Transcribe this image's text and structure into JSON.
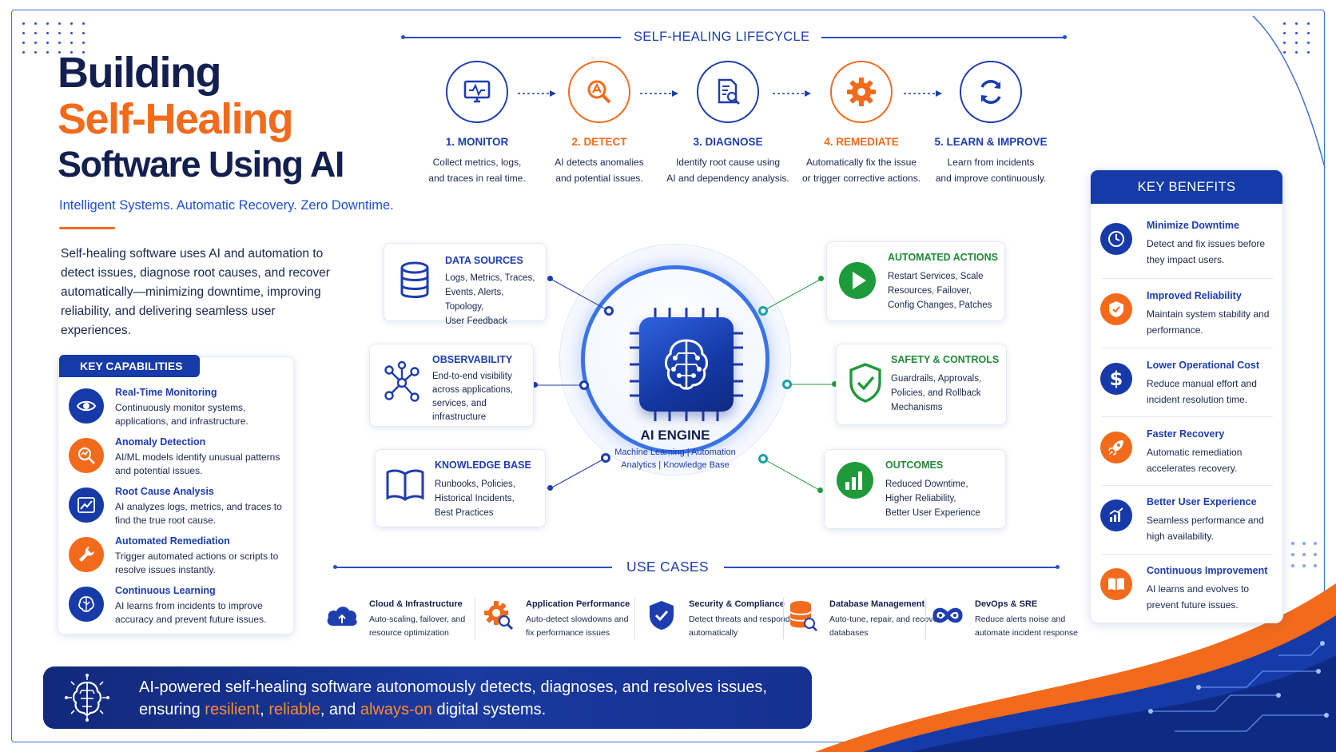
{
  "title": {
    "line1": "Building",
    "line2": "Self-Healing",
    "line3": "Software Using AI"
  },
  "tagline": "Intelligent Systems. Automatic Recovery. Zero Downtime.",
  "intro": "Self-healing software uses AI and automation to detect issues, diagnose root causes, and recover automatically—minimizing downtime, improving reliability, and delivering seamless user experiences.",
  "capabilities": {
    "heading": "KEY CAPABILITIES",
    "items": [
      {
        "name": "Real-Time Monitoring",
        "desc": "Continuously monitor systems, applications, and infrastructure.",
        "icon": "eye-icon",
        "color": "#163aa8"
      },
      {
        "name": "Anomaly Detection",
        "desc": "AI/ML models identify unusual patterns and potential issues.",
        "icon": "magnifier-icon",
        "color": "#f26a1b"
      },
      {
        "name": "Root Cause Analysis",
        "desc": "AI analyzes logs, metrics, and traces to find the true root cause.",
        "icon": "trend-chart-icon",
        "color": "#163aa8"
      },
      {
        "name": "Automated Remediation",
        "desc": "Trigger automated actions or scripts to resolve issues instantly.",
        "icon": "wrench-icon",
        "color": "#f26a1b"
      },
      {
        "name": "Continuous Learning",
        "desc": "AI learns from incidents to improve accuracy and prevent future issues.",
        "icon": "brain-icon",
        "color": "#163aa8"
      }
    ]
  },
  "lifecycle": {
    "heading": "SELF-HEALING LIFECYCLE",
    "steps": [
      {
        "label": "1. MONITOR",
        "line1": "Collect metrics, logs,",
        "line2": "and traces in real time.",
        "icon": "monitor-icon",
        "color": "#1d3db0"
      },
      {
        "label": "2. DETECT",
        "line1": "AI detects anomalies",
        "line2": "and potential issues.",
        "icon": "detect-icon",
        "color": "#f26a1b"
      },
      {
        "label": "3. DIAGNOSE",
        "line1": "Identify root cause using",
        "line2": "AI and dependency analysis.",
        "icon": "document-search-icon",
        "color": "#1d3db0"
      },
      {
        "label": "4. REMEDIATE",
        "line1": "Automatically fix the issue",
        "line2": "or trigger corrective actions.",
        "icon": "gear-icon",
        "color": "#f26a1b"
      },
      {
        "label": "5. LEARN & IMPROVE",
        "line1": "Learn from incidents",
        "line2": "and improve continuously.",
        "icon": "refresh-icon",
        "color": "#1d3db0"
      }
    ]
  },
  "engine": {
    "title": "AI ENGINE",
    "sub1": "Machine Learning | Automation",
    "sub2": "Analytics | Knowledge Base"
  },
  "nodes": {
    "data_sources": {
      "name": "DATA SOURCES",
      "l1": "Logs, Metrics, Traces,",
      "l2": "Events, Alerts, Topology,",
      "l3": "User Feedback"
    },
    "observability": {
      "name": "OBSERVABILITY",
      "l1": "End-to-end visibility",
      "l2": "across applications,",
      "l3": "services, and",
      "l4": "infrastructure"
    },
    "knowledge_base": {
      "name": "KNOWLEDGE BASE",
      "l1": "Runbooks, Policies,",
      "l2": "Historical Incidents,",
      "l3": "Best Practices"
    },
    "automated_actions": {
      "name": "AUTOMATED ACTIONS",
      "l1": "Restart Services, Scale",
      "l2": "Resources, Failover,",
      "l3": "Config Changes, Patches"
    },
    "safety": {
      "name": "SAFETY & CONTROLS",
      "l1": "Guardrails, Approvals,",
      "l2": "Policies, and Rollback",
      "l3": "Mechanisms"
    },
    "outcomes": {
      "name": "OUTCOMES",
      "l1": "Reduced Downtime,",
      "l2": "Higher Reliability,",
      "l3": "Better User Experience"
    }
  },
  "benefits": {
    "heading": "KEY BENEFITS",
    "items": [
      {
        "name": "Minimize Downtime",
        "desc": "Detect and fix issues before they impact users.",
        "icon": "clock-icon",
        "color": "#163aa8"
      },
      {
        "name": "Improved Reliability",
        "desc": "Maintain system stability and performance.",
        "icon": "shield-icon",
        "color": "#f26a1b"
      },
      {
        "name": "Lower Operational Cost",
        "desc": "Reduce manual effort and incident resolution time.",
        "icon": "dollar-icon",
        "color": "#163aa8"
      },
      {
        "name": "Faster Recovery",
        "desc": "Automatic remediation accelerates recovery.",
        "icon": "rocket-icon",
        "color": "#f26a1b"
      },
      {
        "name": "Better User Experience",
        "desc": "Seamless performance and high availability.",
        "icon": "chart-up-icon",
        "color": "#163aa8"
      },
      {
        "name": "Continuous Improvement",
        "desc": "AI learns and evolves to prevent future issues.",
        "icon": "book-icon",
        "color": "#f26a1b"
      }
    ]
  },
  "use_cases": {
    "heading": "USE CASES",
    "items": [
      {
        "name": "Cloud & Infrastructure",
        "desc": "Auto-scaling, failover, and resource optimization",
        "icon": "cloud-icon"
      },
      {
        "name": "Application Performance",
        "desc": "Auto-detect slowdowns and fix performance issues",
        "icon": "gear-search-icon"
      },
      {
        "name": "Security & Compliance",
        "desc": "Detect threats and respond automatically",
        "icon": "shield-check-icon"
      },
      {
        "name": "Database Management",
        "desc": "Auto-tune, repair, and recover databases",
        "icon": "database-icon"
      },
      {
        "name": "DevOps & SRE",
        "desc": "Reduce alerts noise and automate incident response",
        "icon": "infinity-icon"
      }
    ]
  },
  "banner": {
    "part1": "AI-powered self-healing software autonomously detects, diagnoses, and resolves issues,",
    "part2": "ensuring ",
    "hl1": "resilient",
    "sep1": ", ",
    "hl2": "reliable",
    "sep2": ", and ",
    "hl3": "always-on",
    "part3": " digital systems."
  },
  "colors": {
    "primary": "#163aa8",
    "accent": "#f26a1b",
    "green": "#1e9a3a",
    "teal": "#16a3a3"
  }
}
